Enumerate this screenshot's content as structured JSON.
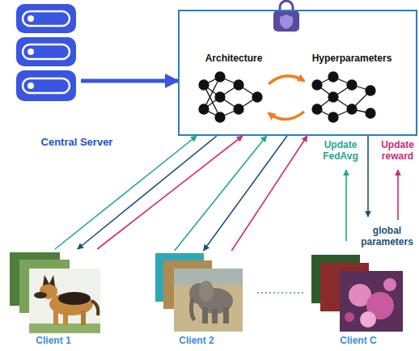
{
  "diagram": {
    "nodes": [
      {
        "text": [
          "Central Server"
        ]
      },
      {
        "text": [
          "Architecture",
          "Hyperparameters"
        ]
      },
      {
        "text": [
          "Client 1"
        ]
      },
      {
        "text": [
          "Client 2"
        ]
      },
      {
        "text": [
          "Client C"
        ]
      }
    ],
    "edges": [
      {
        "from": 0,
        "to": 1,
        "arrow": "to"
      },
      {
        "from": 2,
        "to": 1,
        "arrow": "to"
      },
      {
        "from": 1,
        "to": 2,
        "arrow": "to"
      },
      {
        "from": 2,
        "to": 1,
        "arrow": "to"
      },
      {
        "from": 3,
        "to": 1,
        "arrow": "to"
      },
      {
        "from": 1,
        "to": 3,
        "arrow": "to"
      },
      {
        "from": 3,
        "to": 1,
        "arrow": "to"
      }
    ],
    "labels": [
      "Update FedAvg",
      "Update reward",
      "global parameters"
    ]
  }
}
